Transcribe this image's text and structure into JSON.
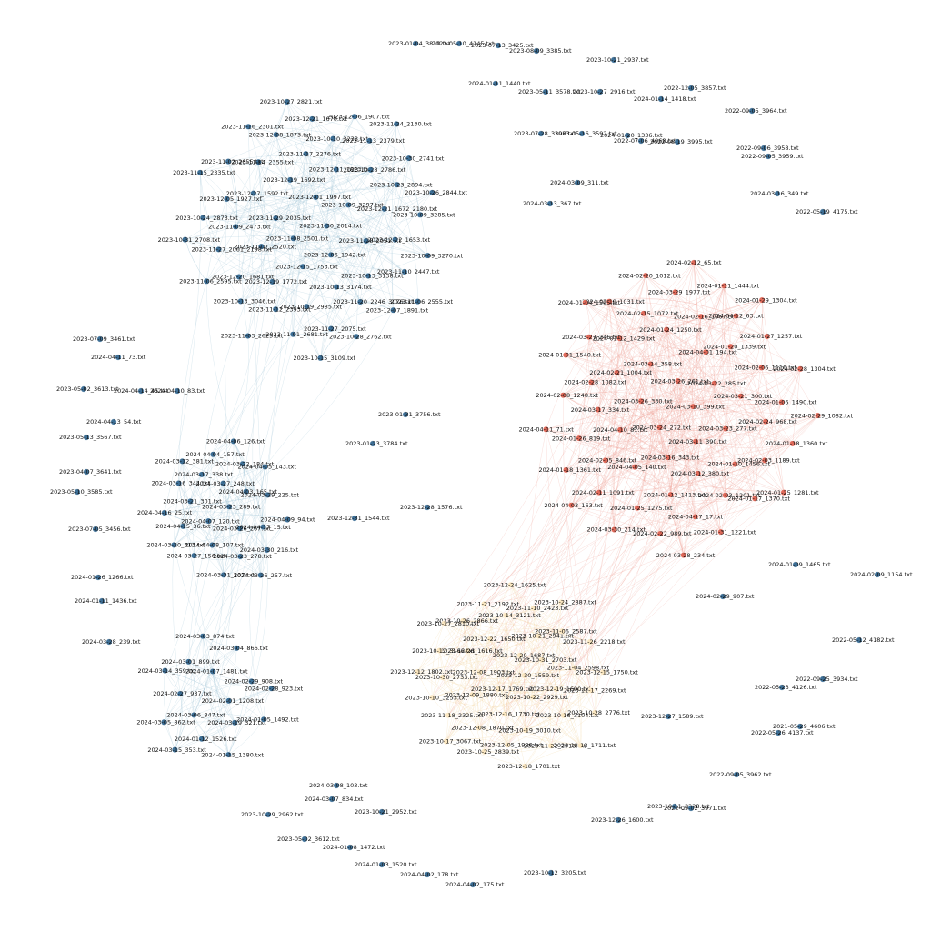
{
  "palette": {
    "cluster_blue": "#3d6f96",
    "cluster_red": "#e06a5a",
    "cluster_cream": "#fbe7c1",
    "edge_blue": "#9ec3d6",
    "edge_red": "#f0a59a",
    "edge_cream": "#f3d6a0"
  },
  "clusters": [
    {
      "id": "blue-top",
      "color": "cluster_blue",
      "edge_color": "edge_blue",
      "nodes": [
        "2023-11-30_2014.txt",
        "2023-11-08_2501.txt",
        "2023-12-01_1997.txt",
        "2023-12-06_1942.txt",
        "2023-11-29_2035.txt",
        "2023-10-09_3297.txt",
        "2023-12-15_1753.txt",
        "2023-12-19_1692.txt",
        "2023-11-28_2051.txt",
        "2023-11-07_2520.txt",
        "2023-12-11_1823.txt",
        "2023-10-13_3174.txt",
        "2023-12-27_1592.txt",
        "2023-12-21_1672_2180.txt",
        "2023-12-19_1772.txt",
        "2023-11-17_2276.txt",
        "2023-10-13_3138.txt",
        "2023-11-09_2473.txt",
        "2023-10-28_2786.txt",
        "2023-10-19_2985.txt",
        "2023-11-14_2355.txt",
        "2023-12-22_1653.txt",
        "2023-12-20_1681.txt",
        "2023-10-10_3233.txt",
        "2023-11-20_2246_3076.txt",
        "2023-12-05_1927.txt",
        "2023-10-23_2894.txt",
        "2023-11-12_2393.txt",
        "2023-12-08_1873.txt",
        "2023-11-10_2447.txt",
        "2023-11-27_2061_2198.txt",
        "2023-11-13_2379.txt",
        "2023-11-27_2075.txt",
        "2023-11-02_2655.txt",
        "2023-10-09_3285.txt",
        "2023-10-13_3046.txt",
        "2023-12-21_1670.txt",
        "2023-12-07_1891.txt",
        "2023-10-24_2873.txt",
        "2023-10-30_2741.txt",
        "2023-11-01_2681.txt",
        "2023-11-16_2301.txt",
        "2023-10-09_3270.txt",
        "2023-11-06_2595.txt",
        "2023-12-06_1907.txt",
        "2023-10-28_2762.txt",
        "2023-11-15_2335.txt",
        "2023-10-26_2844.txt",
        "2023-11-03_2625.txt",
        "2023-10-27_2821.txt",
        "2023-11-06_2555.txt",
        "2023-10-31_2708.txt",
        "2023-11-24_2130.txt",
        "2023-10-15_3109.txt"
      ]
    },
    {
      "id": "blue-left",
      "color": "cluster_blue",
      "edge_color": "edge_blue",
      "nodes": [
        "2024-03-23_289.txt",
        "2024-04-07_120.txt",
        "2024-03-27_248.txt",
        "2024-03-26_267.txt",
        "2024-03-21_301.txt",
        "2024-04-03_165.txt",
        "2024-04-08_107.txt",
        "2024-03-17_338.txt",
        "2024-04-17_15.txt",
        "2024-04-15_36.txt",
        "2024-03-22_184.txt",
        "2024-03-23_278.txt",
        "2024-03-16_344.txt",
        "2024-03-29_225.txt",
        "2024-03-27_156.txt",
        "2024-04-04_157.txt",
        "2024-03-30_216.txt",
        "2024-04-16_25.txt",
        "2024-04-05_143.txt",
        "2024-03-31_207.txt",
        "2024-03-12_381.txt",
        "2024-04-09_94.txt",
        "2024-03-20_313.txt",
        "2024-04-06_126.txt",
        "2024-03-26_257.txt"
      ]
    },
    {
      "id": "blue-bottom-left",
      "color": "cluster_blue",
      "edge_color": "edge_blue",
      "nodes": [
        "2024-02-01_1208.txt",
        "2024-03-06_847.txt",
        "2024-01-07_1481.txt",
        "2024-03-19_321.txt",
        "2024-02-27_937.txt",
        "2024-02-29_908.txt",
        "2024-01-12_1526.txt",
        "2024-03-01_899.txt",
        "2024-01-05_1492.txt",
        "2024-03-05_862.txt",
        "2024-03-04_866.txt",
        "2024-01-15_1380.txt",
        "2024-03-14_359.txt",
        "2024-02-28_923.txt",
        "2024-03-15_353.txt",
        "2024-03-03_874.txt"
      ]
    },
    {
      "id": "red-right",
      "color": "cluster_red",
      "edge_color": "edge_red",
      "nodes": [
        "2024-03-10_399.txt",
        "2024-03-24_272.txt",
        "2024-03-26_261.txt",
        "2024-03-11_390.txt",
        "2024-03-26_330.txt",
        "2024-03-22_285.txt",
        "2024-03-16_343.txt",
        "2024-03-14_358.txt",
        "2024-03-23_277.txt",
        "2024-04-10_81.txt",
        "2024-04-01_194.txt",
        "2024-03-12_380.txt",
        "2024-02-21_1004.txt",
        "2024-03-21_300.txt",
        "2024-04-05_140.txt",
        "2024-01-24_1250.txt",
        "2024-01-10_1456.txt",
        "2024-03-17_334.txt",
        "2024-01-20_1339.txt",
        "2024-01-12_1413.txt",
        "2024-01-12_1429.txt",
        "2024-02-24_968.txt",
        "2024-02-05_846.txt",
        "2024-02-16_1067.txt",
        "2024-02-03_1201.txt",
        "2024-02-28_1082.txt",
        "2024-02-06_1116.txt",
        "2024-01-25_1275.txt",
        "2024-02-15_1072.txt",
        "2024-02-03_1189.txt",
        "2024-01-26_819.txt",
        "2024-04-12_63.txt",
        "2024-04-17_17.txt",
        "2024-03-27_246.txt",
        "2024-01-06_1490.txt",
        "2024-02-11_1091.txt",
        "2024-03-29_1977.txt",
        "2024-01-17_1370.txt",
        "2024-02-08_1248.txt",
        "2024-01-27_1257.txt",
        "2024-02-22_989.txt",
        "2024-02-19_1031.txt",
        "2024-01-18_1360.txt",
        "2024-01-18_1361.txt",
        "2024-01-11_1444.txt",
        "2024-01-31_1221.txt",
        "2024-01-01_1540.txt",
        "2024-02-28_1304.txt",
        "2024-03-30_214.txt",
        "2024-02-20_1012.txt",
        "2024-01-25_1281.txt",
        "2024-04-11_71.txt",
        "2024-01-29_1304.txt",
        "2024-03-28_234.txt",
        "2024-01-04_1505.txt",
        "2024-02-29_1082.txt",
        "2024-04-03_163.txt",
        "2024-02-12_65.txt"
      ]
    },
    {
      "id": "cream-center",
      "color": "cluster_cream",
      "edge_color": "edge_cream",
      "nodes": [
        "2023-12-30_1559.txt",
        "2023-12-17_1769.txt",
        "2023-12-20_1687.txt",
        "2023-10-22_2929.txt",
        "2023-12-08_1903.txt",
        "2023-10-31_2703.txt",
        "2023-12-16_1730.txt",
        "2023-12-22_1650.txt",
        "2023-12-19_1690.txt",
        "2023-12-09_1880.txt",
        "2023-10-21_2941.txt",
        "2023-10-19_3010.txt",
        "2023-12-26_1616.txt",
        "2023-11-04_2598.txt",
        "2023-12-08_1870.txt",
        "2023-10-14_3121.txt",
        "2023-10-16_3104.txt",
        "2023-10-30_2733.txt",
        "2023-11-06_2587.txt",
        "2023-12-05_1926.txt",
        "2023-10-26_2866.txt",
        "2023-11-17_2269.txt",
        "2023-11-18_2325.txt",
        "2023-11-10_2423.txt",
        "2023-11-22_2913.txt",
        "2023-10-12_3166.txt",
        "2023-11-26_2218.txt",
        "2023-10-25_2839.txt",
        "2023-11-21_2192.txt",
        "2023-10-28_2776.txt",
        "2023-10-10_3253.txt",
        "2023-10-24_2887.txt",
        "2023-12-18_1701.txt",
        "2023-10-27_2810.txt",
        "2023-12-15_1750.txt",
        "2023-10-17_3067.txt",
        "2023-12-24_1625.txt",
        "2023-12-13_1711.txt",
        "2023-12-12_1802.txt"
      ]
    }
  ],
  "isolated_nodes": [
    "2023-01-04_3810.txt",
    "2022-05-10_4145.txt",
    "2023-07-13_3425.txt",
    "2023-08-09_3385.txt",
    "2023-10-21_2937.txt",
    "2024-01-11_1440.txt",
    "2023-05-11_3578.txt",
    "2023-10-27_2916.txt",
    "2022-12-05_3857.txt",
    "2024-01-14_1418.txt",
    "2022-09-05_3964.txt",
    "2023-07-28_3396.txt",
    "2023-05-16_3592.txt",
    "2024-01-20_1336.txt",
    "2022-07-06_4068.txt",
    "2022-08-19_3995.txt",
    "2022-09-06_3958.txt",
    "2022-09-05_3959.txt",
    "2024-03-09_311.txt",
    "2024-03-13_367.txt",
    "2024-03-16_349.txt",
    "2022-05-19_4175.txt",
    "2023-07-09_3461.txt",
    "2024-04-11_73.txt",
    "2023-05-02_3613.txt",
    "2024-04-14_45.txt",
    "2024-04-10_83.txt",
    "2024-04-13_54.txt",
    "2023-01-31_3756.txt",
    "2023-05-13_3567.txt",
    "2023-01-23_3784.txt",
    "2023-04-07_3641.txt",
    "2023-05-10_3585.txt",
    "2023-07-05_3456.txt",
    "2023-12-28_1576.txt",
    "2023-12-31_1544.txt",
    "2024-01-26_1266.txt",
    "2024-01-11_1436.txt",
    "2024-03-28_239.txt",
    "2024-01-09_1465.txt",
    "2024-02-09_1154.txt",
    "2024-02-29_907.txt",
    "2022-05-12_4182.txt",
    "2022-09-25_3934.txt",
    "2022-05-23_4126.txt",
    "2023-12-27_1589.txt",
    "2021-05-29_4606.txt",
    "2022-05-26_4137.txt",
    "2022-09-05_3962.txt",
    "2023-10-11_3228.txt",
    "2022-09-02_3971.txt",
    "2023-12-26_1600.txt",
    "2024-03-08_103.txt",
    "2024-03-07_834.txt",
    "2023-10-29_2962.txt",
    "2023-10-21_2952.txt",
    "2023-05-02_3612.txt",
    "2024-01-08_1472.txt",
    "2024-01-03_1520.txt",
    "2024-04-02_178.txt",
    "2024-04-02_175.txt",
    "2023-10-12_3205.txt"
  ]
}
